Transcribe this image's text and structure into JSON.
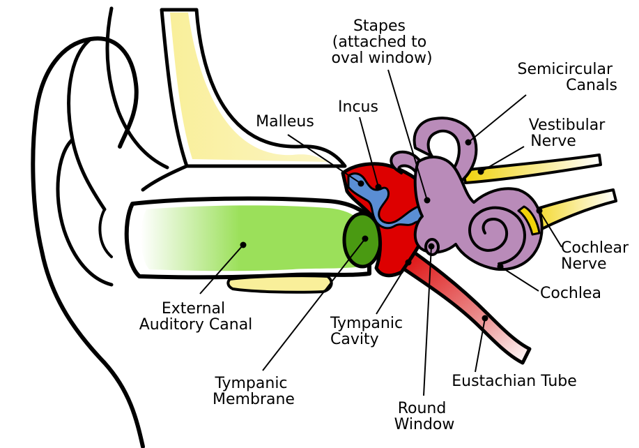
{
  "labels": {
    "stapes": [
      "Stapes",
      "(attached to",
      "oval window)"
    ],
    "semicircular_canals": [
      "Semicircular",
      "Canals"
    ],
    "malleus": [
      "Malleus"
    ],
    "incus": [
      "Incus"
    ],
    "vestibular_nerve": [
      "Vestibular",
      "Nerve"
    ],
    "cochlear_nerve": [
      "Cochlear",
      "Nerve"
    ],
    "cochlea": [
      "Cochlea"
    ],
    "external_auditory_canal": [
      "External",
      "Auditory Canal"
    ],
    "tympanic_cavity": [
      "Tympanic",
      "Cavity"
    ],
    "eustachian_tube": [
      "Eustachian Tube"
    ],
    "tympanic_membrane": [
      "Tympanic",
      "Membrane"
    ],
    "round_window": [
      "Round",
      "Window"
    ]
  },
  "colors": {
    "bone": "#f9ef9a",
    "canal": "#9be05a",
    "membrane": "#4a9a12",
    "cavity": "#dd0000",
    "ossicles": "#5a8ed4",
    "inner_ear": "#b98bb9",
    "nerve": "#f1d20a",
    "tube": "#e06060"
  }
}
